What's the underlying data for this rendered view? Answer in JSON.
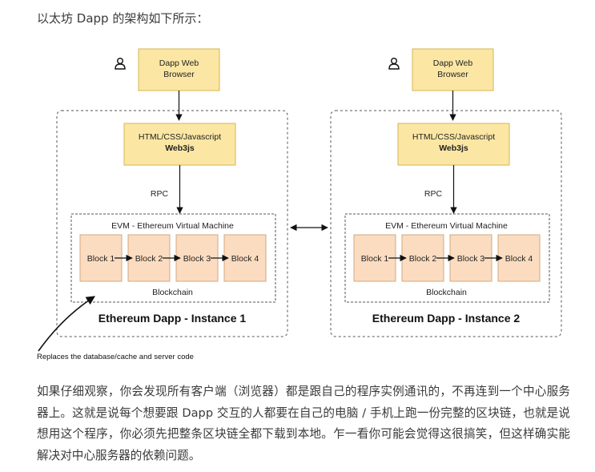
{
  "intro_text": "以太坊 Dapp 的架构如下所示：",
  "instances": [
    {
      "browser_line1": "Dapp Web",
      "browser_line2": "Browser",
      "web3_line1": "HTML/CSS/Javascript",
      "web3_line2": "Web3js",
      "rpc_label": "RPC",
      "evm_label": "EVM - Ethereum Virtual Machine",
      "blocks": [
        "Block 1",
        "Block 2",
        "Block 3",
        "Block 4"
      ],
      "blockchain_label": "Blockchain",
      "title": "Ethereum Dapp - Instance 1"
    },
    {
      "browser_line1": "Dapp Web",
      "browser_line2": "Browser",
      "web3_line1": "HTML/CSS/Javascript",
      "web3_line2": "Web3js",
      "rpc_label": "RPC",
      "evm_label": "EVM - Ethereum Virtual Machine",
      "blocks": [
        "Block 1",
        "Block 2",
        "Block 3",
        "Block 4"
      ],
      "blockchain_label": "Blockchain",
      "title": "Ethereum Dapp - Instance 2"
    }
  ],
  "annotation": "Replaces the database/cache and server code",
  "outro_text": "如果仔细观察，你会发现所有客户端（浏览器）都是跟自己的程序实例通讯的，不再连到一个中心服务器上。这就是说每个想要跟 Dapp 交互的人都要在自己的电脑 / 手机上跑一份完整的区块链，也就是说想用这个程序，你必须先把整条区块链全都下载到本地。乍一看你可能会觉得这很搞笑，但这样确实能解决对中心服务器的依赖问题。",
  "colors": {
    "box_fill": "#fbe7a3",
    "box_stroke": "#d6b656",
    "block_fill": "#fbdcc0",
    "block_stroke": "#d4a97c",
    "dash_stroke": "#555555"
  }
}
